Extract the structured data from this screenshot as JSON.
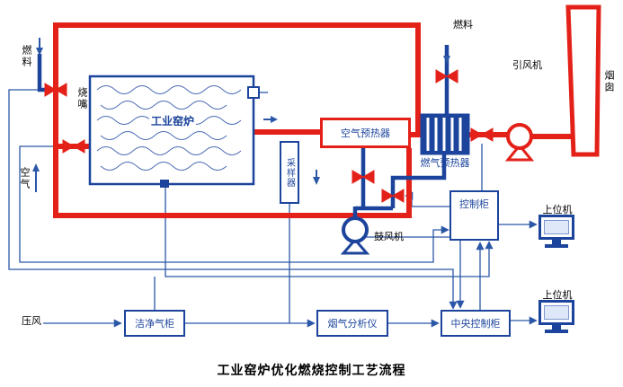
{
  "title": "工业窑炉优化燃烧控制工艺流程",
  "labels": {
    "fuel_left": "燃料",
    "fuel_right": "燃料",
    "burner": "烧嘴",
    "air": "空气",
    "kiln": "工业窑炉",
    "sampler": "采样器",
    "air_preheater": "空气预热器",
    "fuel_preheater": "燃气预热器",
    "induced_fan": "引风机",
    "chimney": "烟囱",
    "control_cabinet": "控制柜",
    "host_computer_top": "上位机",
    "host_computer_bottom": "上位机",
    "blower": "鼓风机",
    "compressed_air": "压风",
    "clean_gas_cabinet": "洁净气柜",
    "flue_gas_analyzer": "烟气分析仪",
    "central_control_cabinet": "中央控制柜"
  },
  "colors": {
    "hot_pipe_red": "#e32119",
    "gas_pipe_blue": "#1c449c",
    "signal_blue": "#2b57a7",
    "label_blue": "#1c449c",
    "text_black": "#000000",
    "background": "#ffffff"
  }
}
